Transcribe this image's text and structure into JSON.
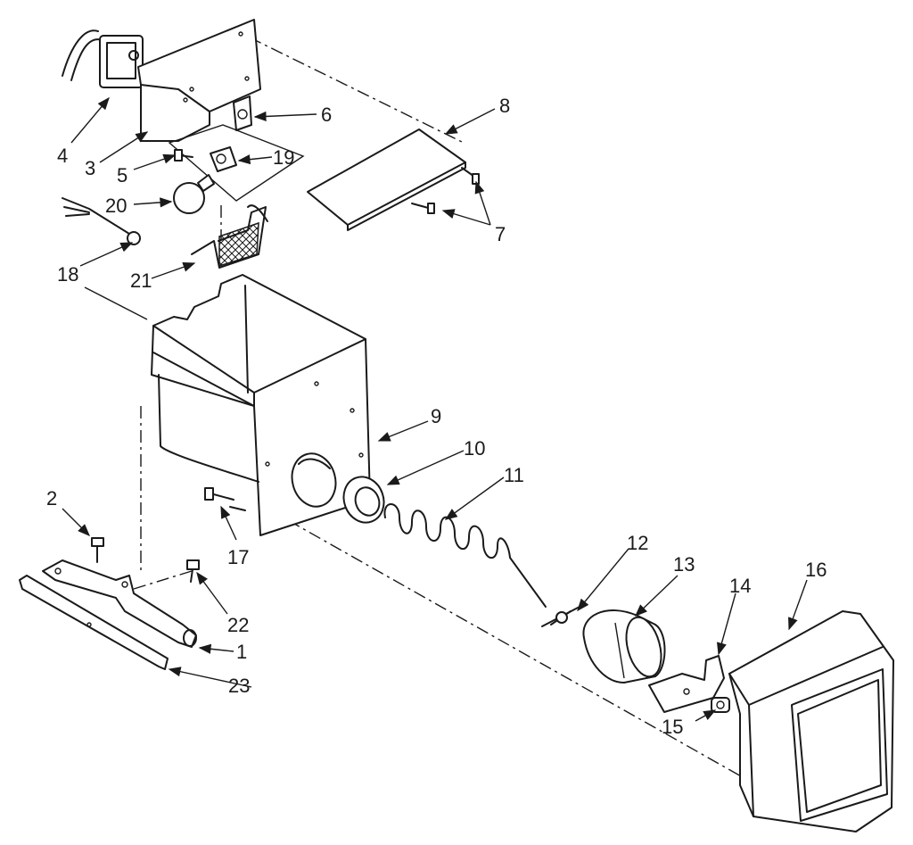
{
  "callouts": [
    {
      "id": "c1",
      "text": "1"
    },
    {
      "id": "c2",
      "text": "2"
    },
    {
      "id": "c3",
      "text": "3"
    },
    {
      "id": "c4",
      "text": "4"
    },
    {
      "id": "c5",
      "text": "5"
    },
    {
      "id": "c6",
      "text": "6"
    },
    {
      "id": "c7",
      "text": "7"
    },
    {
      "id": "c8",
      "text": "8"
    },
    {
      "id": "c9",
      "text": "9"
    },
    {
      "id": "c10",
      "text": "10"
    },
    {
      "id": "c11",
      "text": "11"
    },
    {
      "id": "c12",
      "text": "12"
    },
    {
      "id": "c13",
      "text": "13"
    },
    {
      "id": "c14",
      "text": "14"
    },
    {
      "id": "c15",
      "text": "15"
    },
    {
      "id": "c16",
      "text": "16"
    },
    {
      "id": "c17",
      "text": "17"
    },
    {
      "id": "c18",
      "text": "18"
    },
    {
      "id": "c19",
      "text": "19"
    },
    {
      "id": "c20",
      "text": "20"
    },
    {
      "id": "c21",
      "text": "21"
    },
    {
      "id": "c22",
      "text": "22"
    },
    {
      "id": "c23",
      "text": "23"
    }
  ]
}
